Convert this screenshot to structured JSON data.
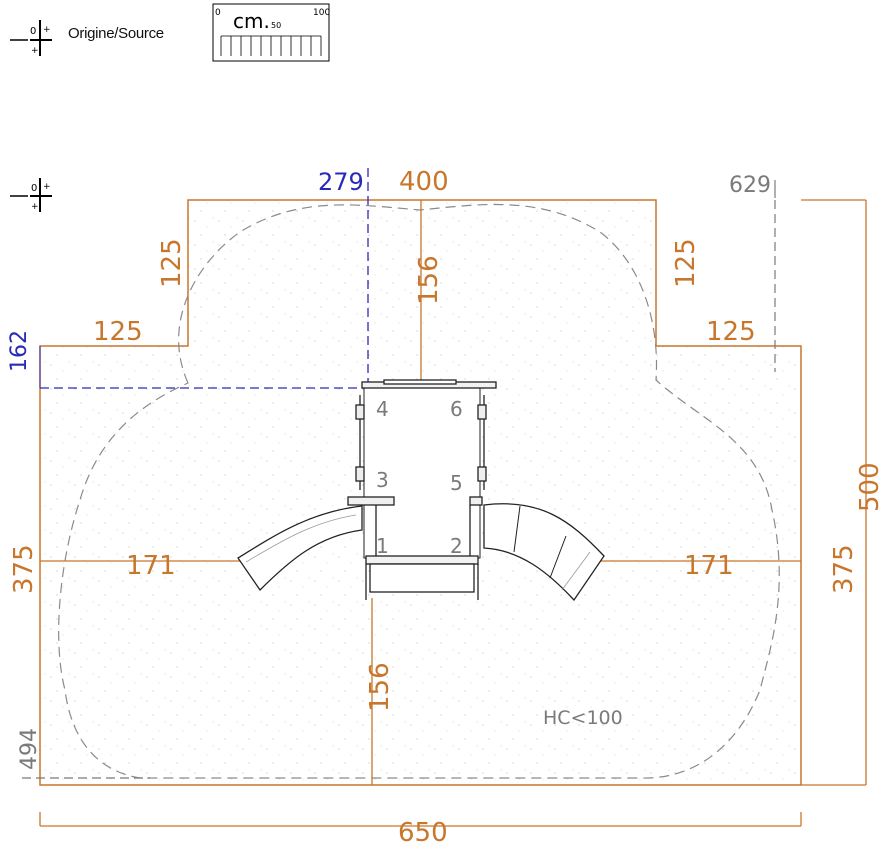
{
  "legend": {
    "origin_label": "Origine/Source",
    "origin_plus": "+",
    "origin_zero": "0",
    "scale": {
      "zero": "0",
      "unit": "cm.",
      "mid": "50",
      "max": "100"
    }
  },
  "colors": {
    "footprint": "#c8762c",
    "origin_dims": "#2a2ab8",
    "dashed_gray": "#7a7a7a",
    "equipment": "#222222",
    "text_gray": "#7a7a7a"
  },
  "dimensions": {
    "origin_x": "279",
    "origin_y": "162",
    "top_center": "400",
    "right_x": "629",
    "top_notch_left": "125",
    "top_notch_right": "125",
    "left_step": "125",
    "right_step": "125",
    "top_depth": "156",
    "bottom_depth": "156",
    "left_side": "375",
    "right_side": "375",
    "left_offset": "171",
    "right_offset": "171",
    "total_height": "500",
    "total_width": "650",
    "bottom_left_y": "494"
  },
  "equipment": {
    "posts": [
      "1",
      "2",
      "3",
      "4",
      "5",
      "6"
    ],
    "note": "HC<100"
  }
}
